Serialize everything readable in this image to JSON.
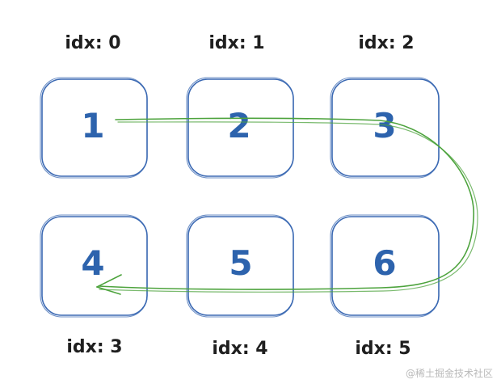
{
  "diagram": {
    "cells": [
      {
        "value": "1",
        "label": "idx: 0"
      },
      {
        "value": "2",
        "label": "idx: 1"
      },
      {
        "value": "3",
        "label": "idx: 2"
      },
      {
        "value": "4",
        "label": "idx: 3"
      },
      {
        "value": "5",
        "label": "idx: 4"
      },
      {
        "value": "6",
        "label": "idx: 5"
      }
    ]
  },
  "colors": {
    "box_stroke": "#3b69b3",
    "value_text": "#2d63ad",
    "arrow": "#4da33d",
    "label_text": "#1f1f1f",
    "watermark": "#b9b9b9"
  },
  "watermark": "@稀土掘金技术社区"
}
